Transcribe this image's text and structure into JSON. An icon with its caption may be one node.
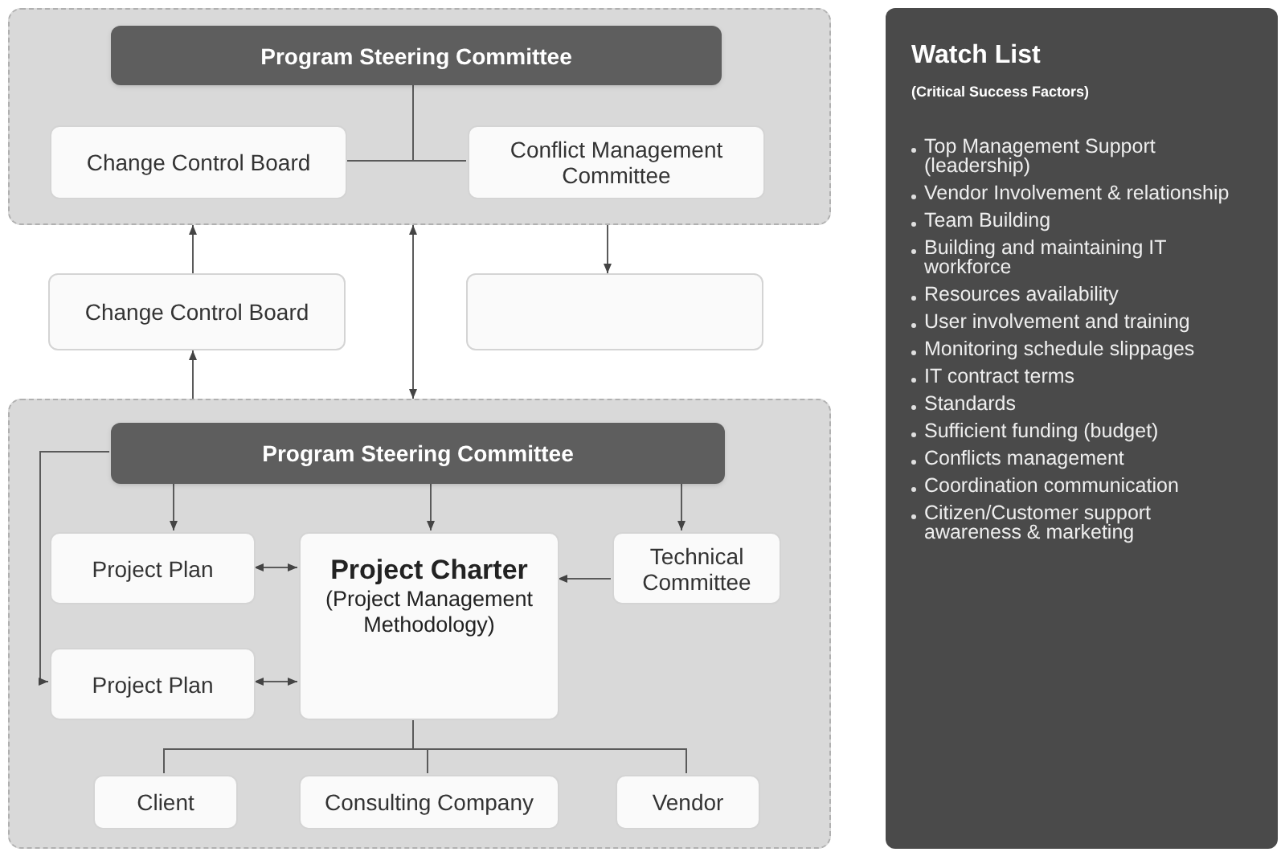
{
  "diagram": {
    "nodes": [
      {
        "text": [],
        "shape": "box"
      },
      {
        "text": [
          "Program Steering Committee"
        ],
        "in": 0
      },
      {
        "text": [
          "Change Control Board"
        ],
        "in": 0
      },
      {
        "text": [
          "Conflict Management Committee"
        ],
        "in": 0
      },
      {
        "text": [
          "Change Control Board"
        ]
      },
      {
        "text": [],
        "shape": "box"
      },
      {
        "text": [],
        "shape": "box"
      },
      {
        "text": [
          "Program Steering Committee"
        ],
        "in": 6
      },
      {
        "text": [
          "Project Plan"
        ],
        "in": 6
      },
      {
        "text": [
          "Project Charter",
          "(Project Management Methodology)"
        ],
        "in": 6
      },
      {
        "text": [
          "Technical Committee"
        ],
        "in": 6
      },
      {
        "text": [
          "Project Plan"
        ],
        "in": 6
      },
      {
        "text": [
          "Client"
        ],
        "in": 6
      },
      {
        "text": [
          "Consulting Company"
        ],
        "in": 6
      },
      {
        "text": [
          "Vendor"
        ],
        "in": 6
      },
      {
        "text": [
          "Watch List",
          "(Critical Success Factors)",
          "Top Management Support (leadership)",
          "Vendor Involvement & relationship",
          "Team Building",
          "Building and maintaining IT workforce",
          "Resources availability",
          "User involvement and training",
          "Monitoring schedule slippages",
          "IT contract terms",
          "Standards",
          "Sufficient funding (budget)",
          "Conflicts management",
          "Coordination communication",
          "Citizen/Customer support awareness & marketing"
        ]
      }
    ],
    "edges": [
      {
        "from": 1,
        "to": 2,
        "arrow": "none"
      },
      {
        "from": 1,
        "to": 3,
        "arrow": "none"
      },
      {
        "from": 4,
        "to": 0,
        "arrow": "to"
      },
      {
        "from": 6,
        "to": 4,
        "arrow": "to"
      },
      {
        "from": 0,
        "to": 6,
        "arrow": "both"
      },
      {
        "from": 0,
        "to": 5,
        "arrow": "to"
      },
      {
        "from": 7,
        "to": 8,
        "arrow": "to"
      },
      {
        "from": 7,
        "to": 9,
        "arrow": "to"
      },
      {
        "from": 7,
        "to": 10,
        "arrow": "to"
      },
      {
        "from": 7,
        "to": 11,
        "arrow": "to"
      },
      {
        "from": 8,
        "to": 9,
        "arrow": "both"
      },
      {
        "from": 11,
        "to": 9,
        "arrow": "both"
      },
      {
        "from": 10,
        "to": 9,
        "arrow": "to"
      },
      {
        "from": 9,
        "to": 12,
        "arrow": "none"
      },
      {
        "from": 9,
        "to": 13,
        "arrow": "none"
      },
      {
        "from": 9,
        "to": 14,
        "arrow": "none"
      }
    ]
  }
}
